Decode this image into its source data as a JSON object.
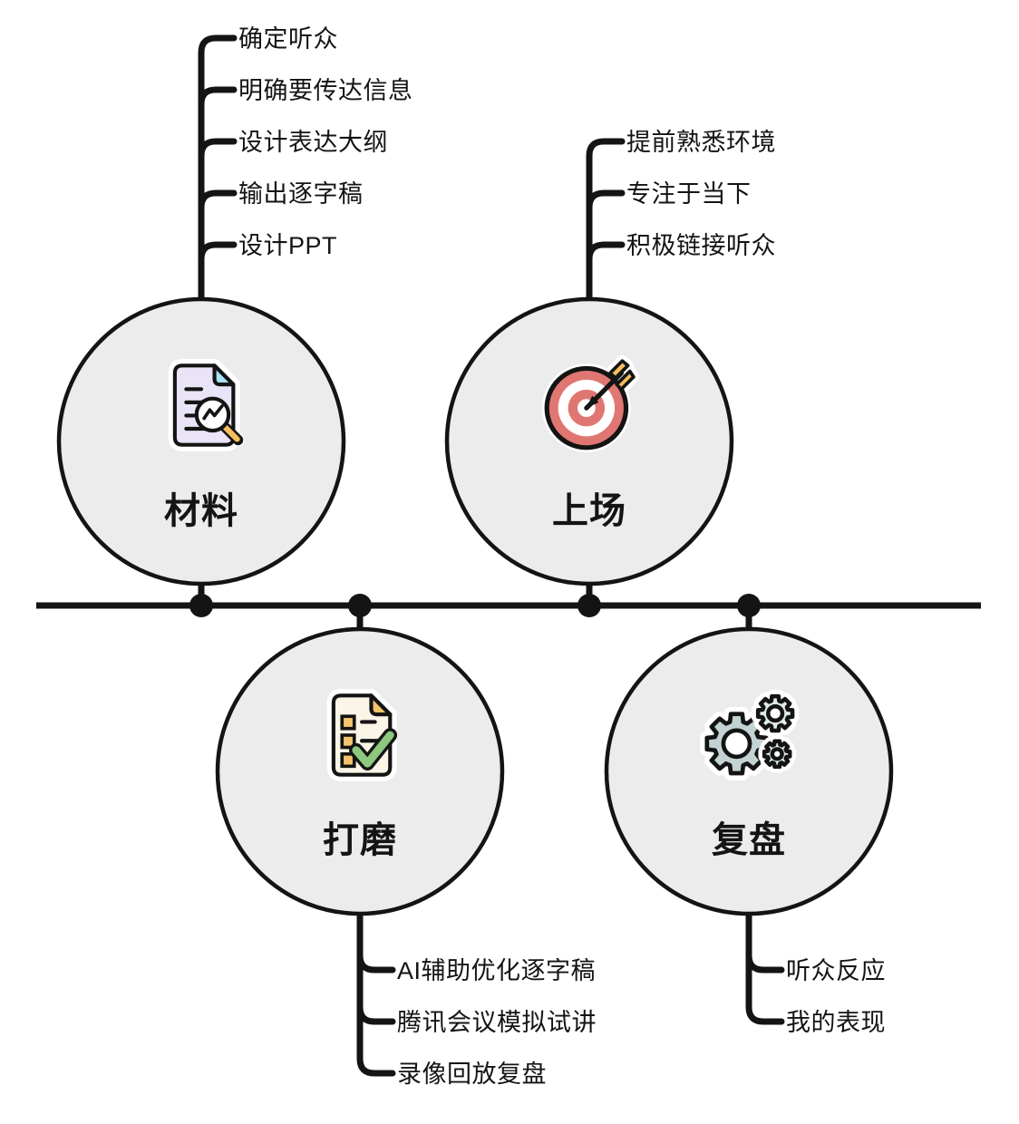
{
  "diagram": {
    "kind": "timeline-mindmap",
    "colors": {
      "ink": "#141414",
      "circle_fill": "#ececed",
      "doc_lavender": "#eae4f8",
      "fold_cyan": "#a7e3f2",
      "handle_orange": "#f5be5c",
      "target_red": "#e07672",
      "doc_cream": "#fbf5e7",
      "accent_orange": "#f3c46b",
      "check_green": "#8cc87d",
      "gear_gray": "#c3d2d3",
      "gear_light": "#dfeaeb"
    },
    "nodes": [
      {
        "label": "材料",
        "icon": "document-search-icon",
        "items": [
          "确定听众",
          "明确要传达信息",
          "设计表达大纲",
          "输出逐字稿",
          "设计PPT"
        ]
      },
      {
        "label": "上场",
        "icon": "target-arrow-icon",
        "items": [
          "提前熟悉环境",
          "专注于当下",
          "积极链接听众"
        ]
      },
      {
        "label": "打磨",
        "icon": "checklist-check-icon",
        "items": [
          "AI辅助优化逐字稿",
          "腾讯会议模拟试讲",
          "录像回放复盘"
        ]
      },
      {
        "label": "复盘",
        "icon": "gears-icon",
        "items": [
          "听众反应",
          "我的表现"
        ]
      }
    ]
  }
}
